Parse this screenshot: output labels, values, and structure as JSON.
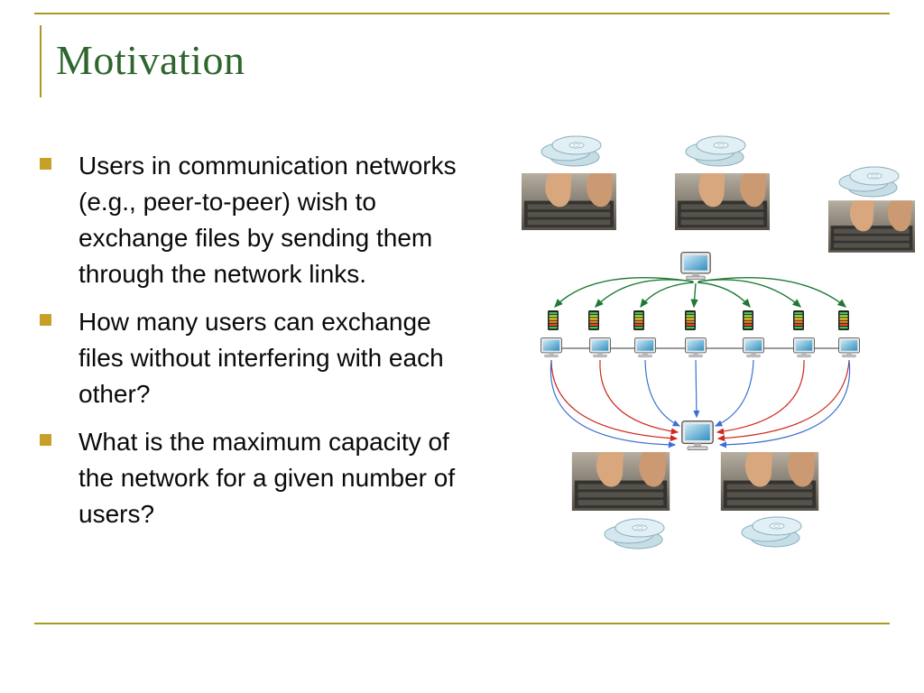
{
  "slide": {
    "title": "Motivation",
    "bullets": [
      "Users in communication networks (e.g., peer-to-peer) wish to exchange files by sending them through the network links.",
      "How many users can exchange files without interfering with each other?",
      "What is the maximum capacity of the network for a given number of users?"
    ]
  },
  "diagram": {
    "icons": [
      "cd-stack",
      "keyboard-hands-photo",
      "computer",
      "server-node"
    ],
    "arrow_colors": [
      "green",
      "red",
      "blue"
    ]
  },
  "colors": {
    "accent_line": "#A89A22",
    "title_text": "#2E662E",
    "bullet_marker": "#C7A127",
    "arrow_green": "#1E7A33",
    "arrow_red": "#CC2A1F",
    "arrow_blue": "#3C6FD4",
    "connector_gray": "#9A9A9A"
  }
}
